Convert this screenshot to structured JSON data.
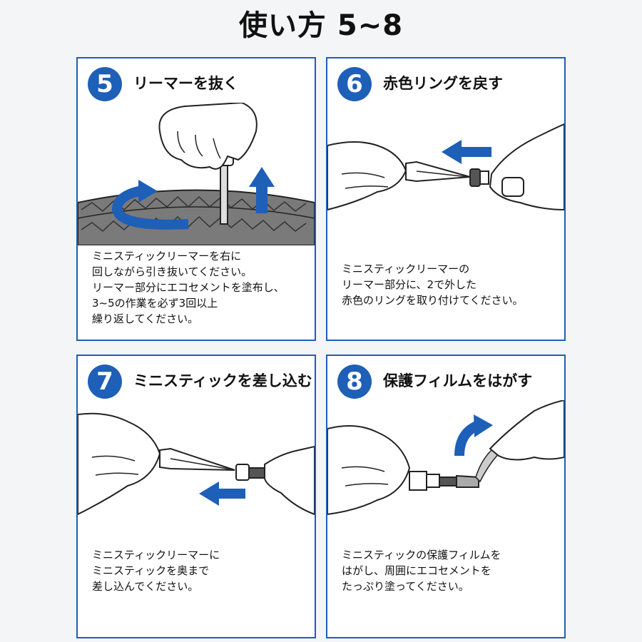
{
  "page": {
    "title": "使い方 5~8"
  },
  "colors": {
    "accent": "#1e5fb8",
    "tire": "#7a7a7a",
    "background": "#f4f5f6"
  },
  "steps": [
    {
      "number": "5",
      "title": "リーマーを抜く",
      "lines": [
        "ミニスティックリーマーを右に",
        "回しながら引き抜いてください。",
        "リーマー部分にエコセメントを塗布し、",
        "3~5の作業を必ず3回以上",
        "繰り返してください。"
      ]
    },
    {
      "number": "6",
      "title": "赤色リングを戻す",
      "lines": [
        "ミニスティックリーマーの",
        "リーマー部分に、2で外した",
        "赤色のリングを取り付けてください。"
      ]
    },
    {
      "number": "7",
      "title": "ミニスティックを差し込む",
      "lines": [
        "ミニスティックリーマーに",
        "ミニスティックを奥まで",
        "差し込んでください。"
      ]
    },
    {
      "number": "8",
      "title": "保護フィルムをはがす",
      "lines": [
        "ミニスティックの保護フィルムを",
        "はがし、周囲にエコセメントを",
        "たっぷり塗ってください。"
      ]
    }
  ]
}
